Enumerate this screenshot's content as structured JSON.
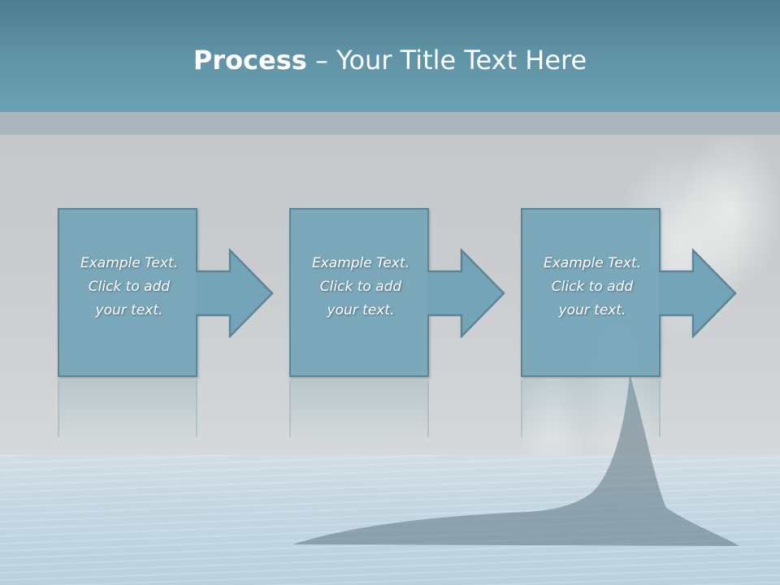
{
  "title": {
    "bold": "Process",
    "rest": " – Your Title Text Here"
  },
  "steps": [
    {
      "lines": [
        "Example Text.",
        "Click  to add",
        "your text."
      ]
    },
    {
      "lines": [
        "Example Text.",
        "Click  to add",
        "your text."
      ]
    },
    {
      "lines": [
        "Example Text.",
        "Click  to add",
        "your text."
      ]
    }
  ],
  "colors": {
    "header": "#5e91a3",
    "box_fill": "#74a4b8",
    "box_border": "#5d8597"
  }
}
